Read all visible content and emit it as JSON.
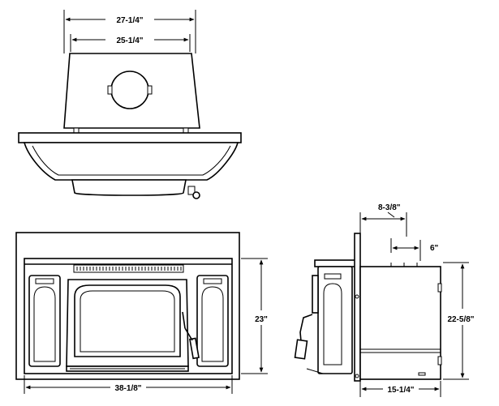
{
  "top_view": {
    "dim_outer_width": "27-1/4\"",
    "dim_inner_width": "25-1/4\""
  },
  "front_view": {
    "dim_height": "23\"",
    "dim_width": "38-1/8\""
  },
  "side_view": {
    "dim_top_offset": "8-3/8\"",
    "dim_flue_offset": "6\"",
    "dim_height": "22-5/8\"",
    "dim_depth": "15-1/4\""
  }
}
